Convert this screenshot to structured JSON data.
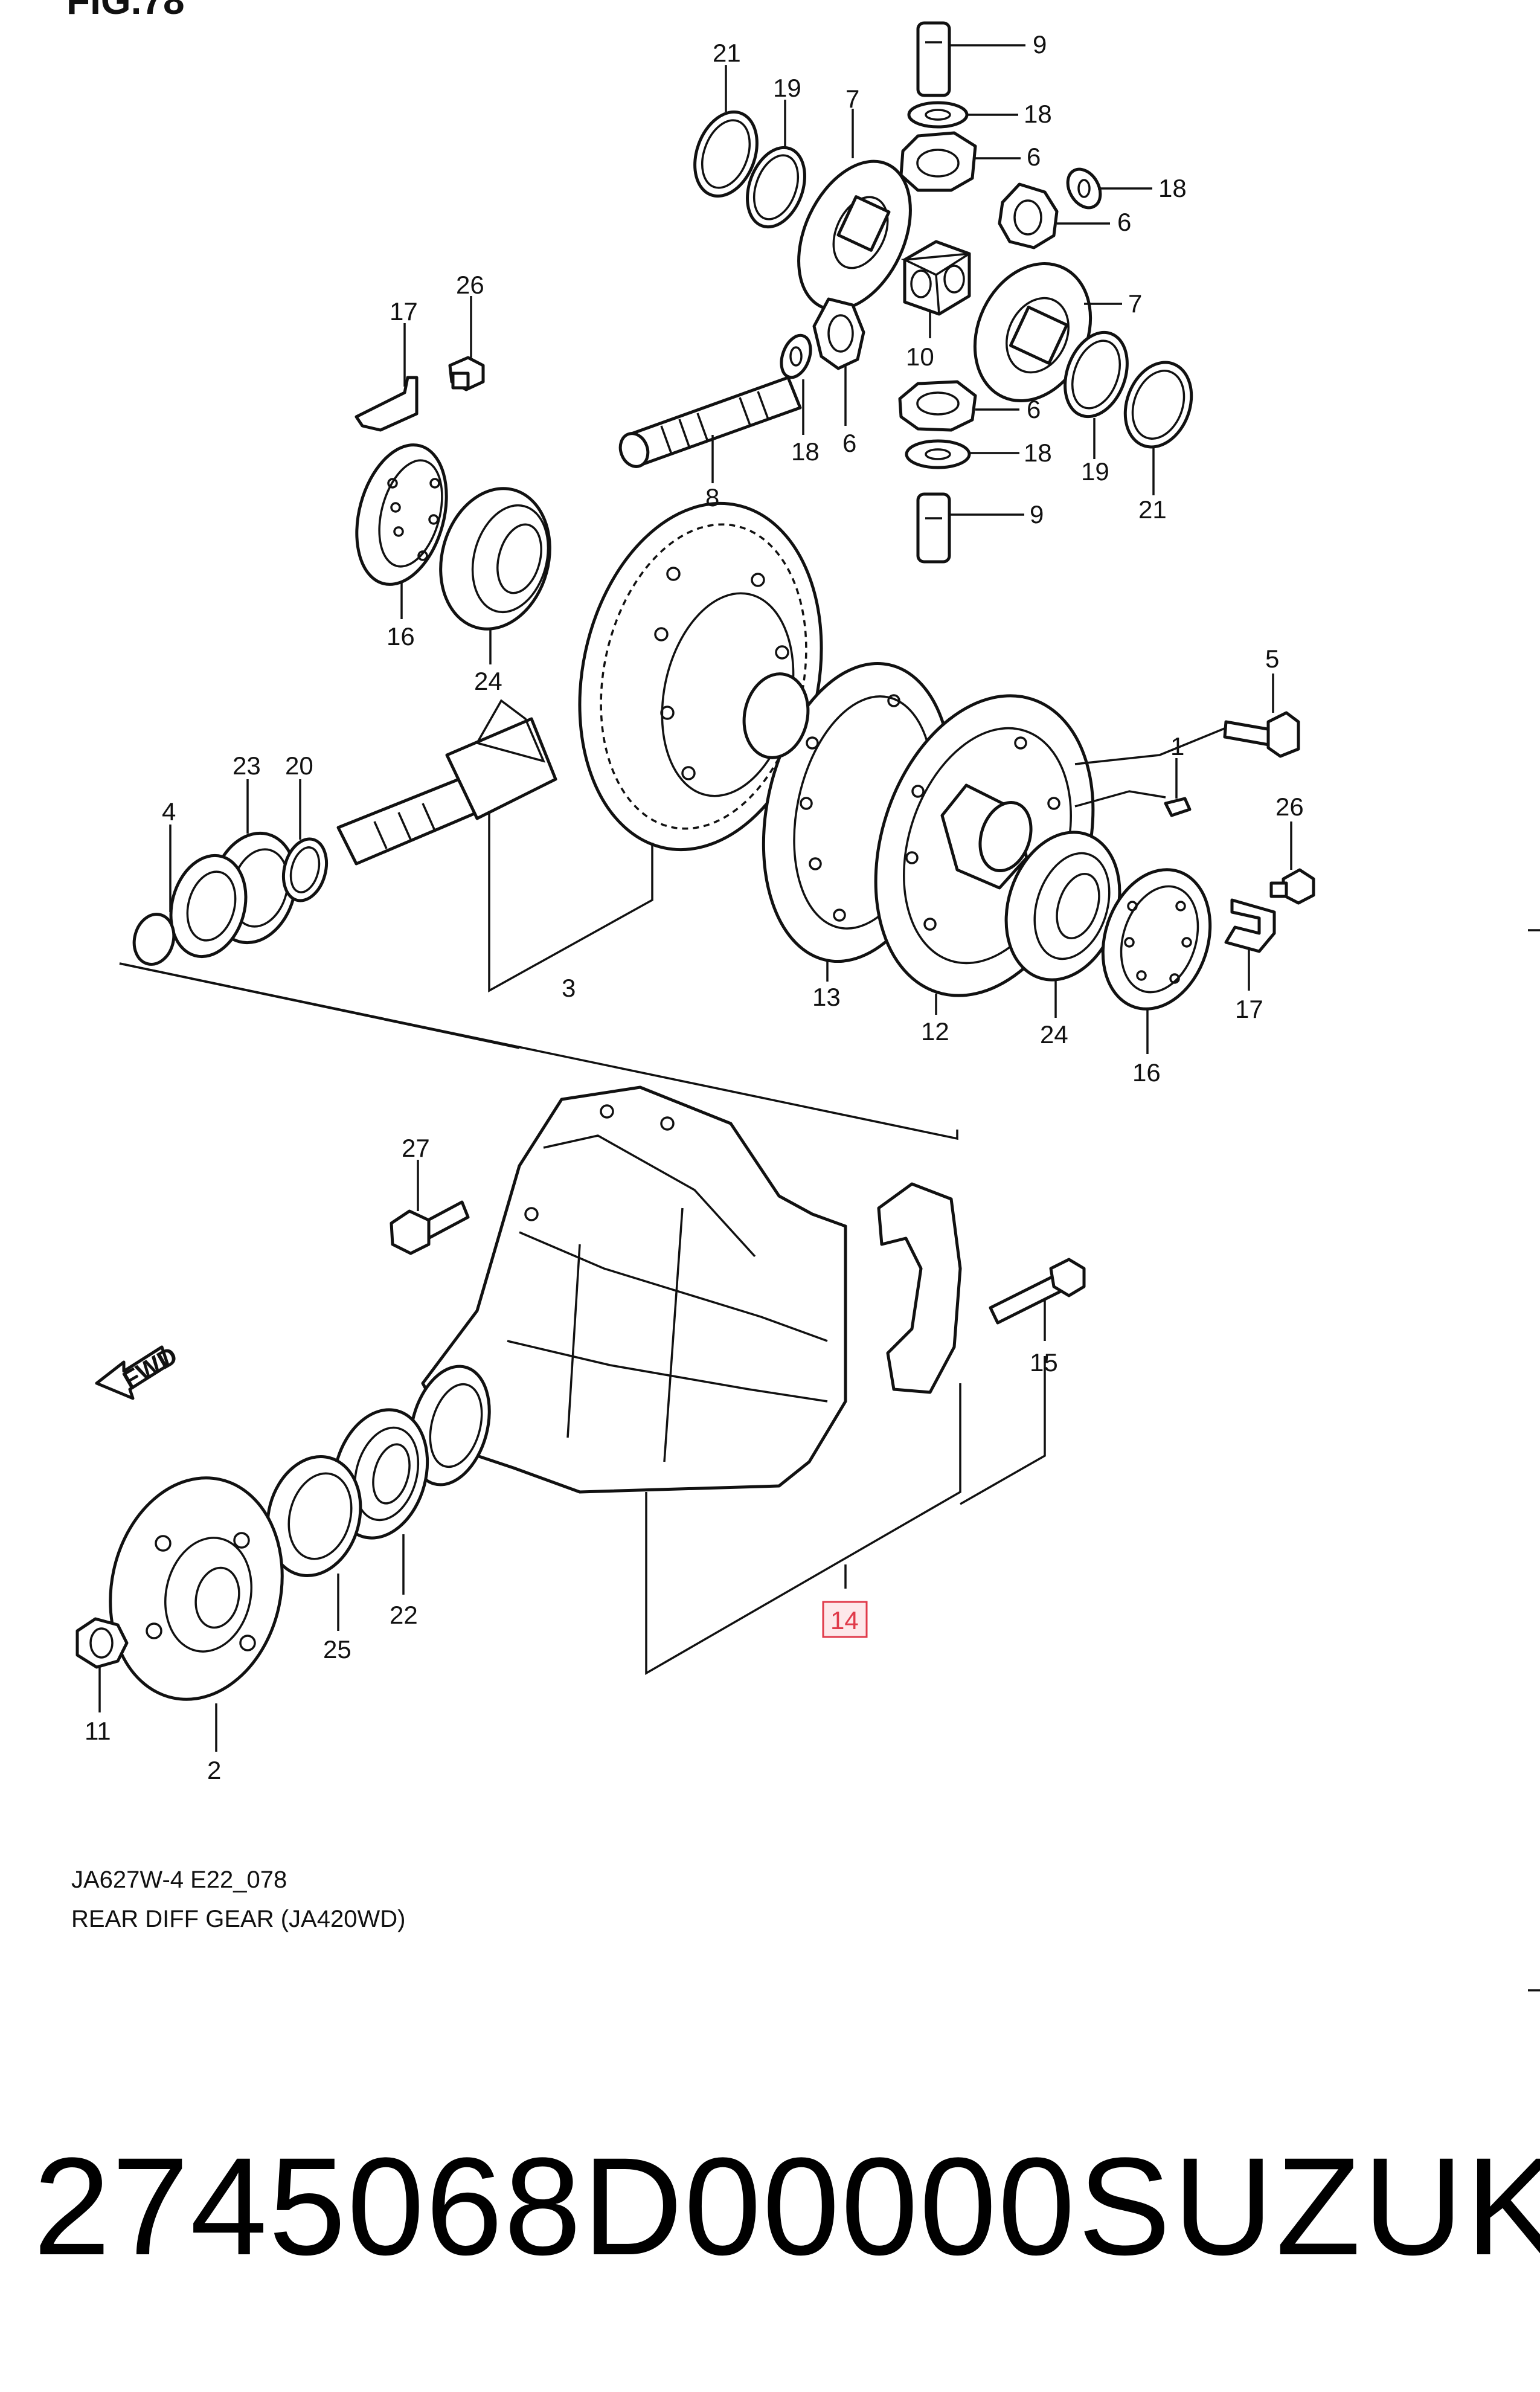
{
  "figure": {
    "heading": "FIG.78",
    "diagram_code": "JA627W-4 E22_078",
    "diagram_title": "REAR DIFF GEAR (JA420WD)",
    "direction_label": "FWD",
    "highlighted_callout": "14"
  },
  "callouts": {
    "c9a": "9",
    "c21a": "21",
    "c19a": "19",
    "c7a": "7",
    "c18a": "18",
    "c6a": "6",
    "c18b": "18",
    "c6b": "6",
    "c7b": "7",
    "c10": "10",
    "c19b": "19",
    "c21b": "21",
    "c6c": "6",
    "c18c": "18",
    "c9b": "9",
    "c8": "8",
    "c18d": "18",
    "c6d": "6",
    "c17a": "17",
    "c26a": "26",
    "c16a": "16",
    "c24a": "24",
    "c5": "5",
    "c1": "1",
    "c26b": "26",
    "c23": "23",
    "c20": "20",
    "c4": "4",
    "c3": "3",
    "c13": "13",
    "c12": "12",
    "c24b": "24",
    "c16b": "16",
    "c17b": "17",
    "c27": "27",
    "c15": "15",
    "c14": "14",
    "c22": "22",
    "c25": "25",
    "c11": "11",
    "c2": "2"
  },
  "product": {
    "part_number": "2745068D00000",
    "brand": "SUZUKI"
  },
  "colors": {
    "line": "#111111",
    "highlight": "#e03a4a",
    "background": "#ffffff"
  }
}
